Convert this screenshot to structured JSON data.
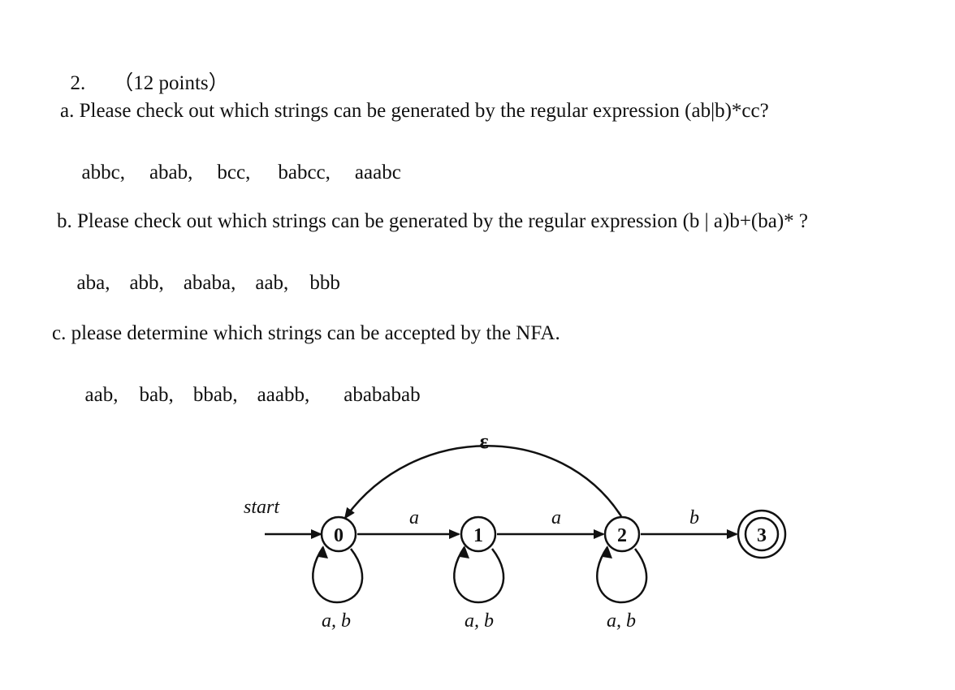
{
  "question": {
    "number": "2.",
    "points": "（12 points）"
  },
  "part_a": {
    "prompt": "a. Please check out which strings can be generated by the regular expression (ab|b)*cc?",
    "strings": [
      "abbc,",
      "abab,",
      "bcc,",
      "babcc,",
      "aaabc"
    ]
  },
  "part_b": {
    "prompt": "b. Please check out which strings can be generated by the regular expression (b | a)b+(ba)* ?",
    "strings": [
      "aba,",
      "abb,",
      "ababa,",
      "aab,",
      "bbb"
    ]
  },
  "part_c": {
    "prompt": "c. please determine which strings can be accepted by the NFA.",
    "strings": [
      "aab,",
      "bab,",
      "bbab,",
      "aaabb,",
      "abababab"
    ]
  },
  "nfa": {
    "start_label": "start",
    "states": [
      "0",
      "1",
      "2",
      "3"
    ],
    "accepting_state": "3",
    "edges": {
      "s0_s1": "a",
      "s1_s2": "a",
      "s2_s3": "b",
      "s2_s0": "ε"
    },
    "self_loops": [
      "a, b",
      "a, b",
      "a, b"
    ]
  }
}
